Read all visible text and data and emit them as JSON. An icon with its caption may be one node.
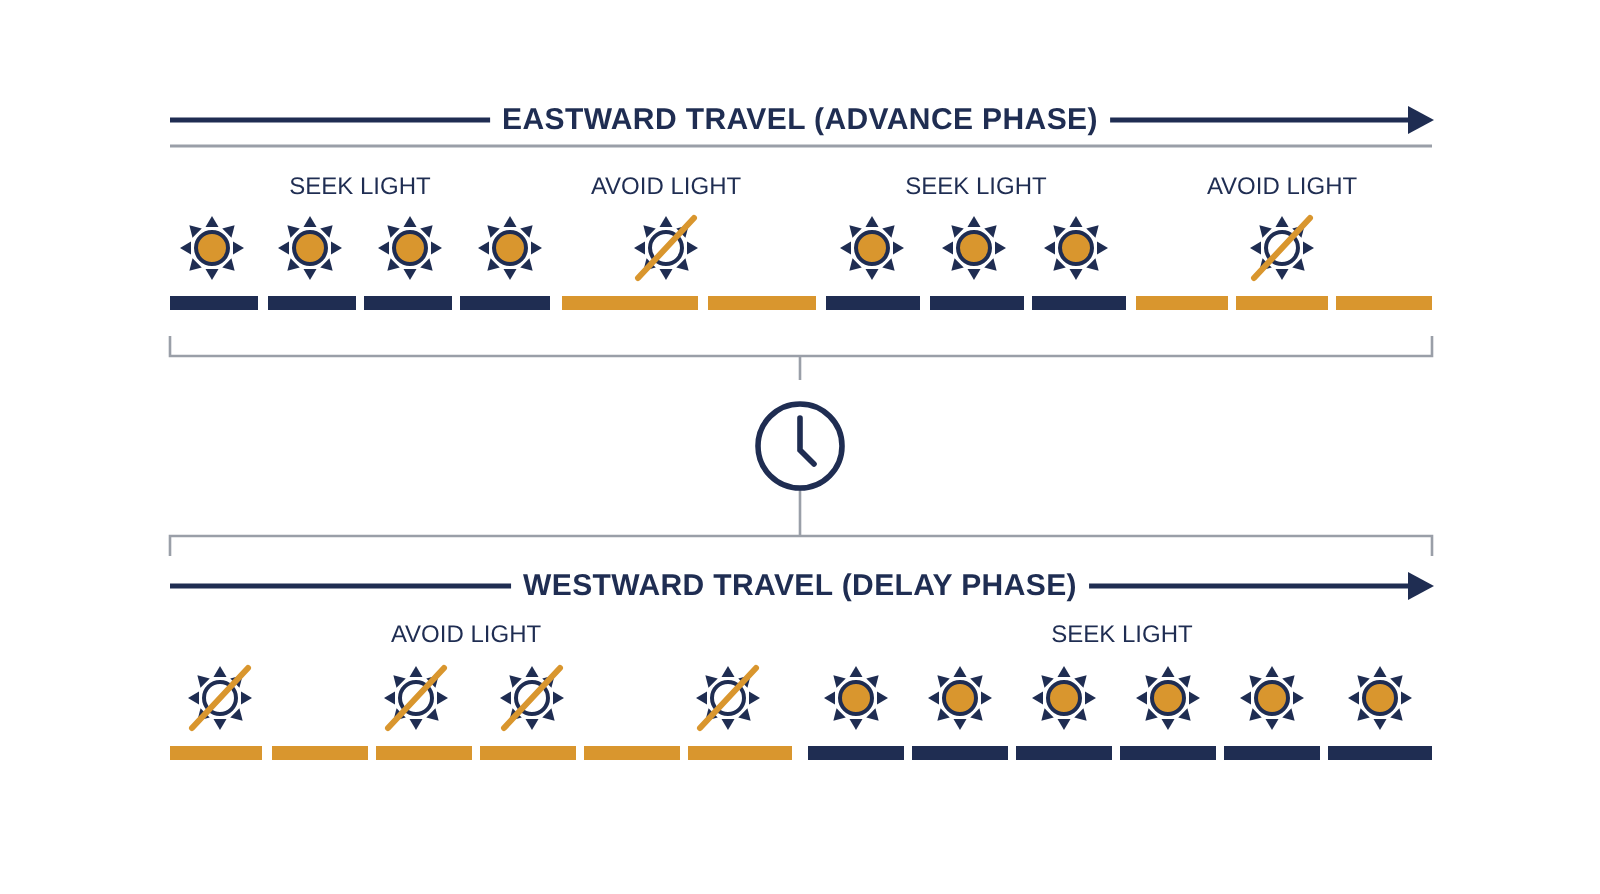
{
  "diagram": {
    "labels": [
      "EASTWARD TRAVEL (ADVANCE PHASE)",
      "SEEK LIGHT",
      "AVOID LIGHT",
      "SEEK LIGHT",
      "AVOID LIGHT",
      "WESTWARD TRAVEL (DELAY PHASE)",
      "AVOID LIGHT",
      "SEEK LIGHT"
    ]
  }
}
